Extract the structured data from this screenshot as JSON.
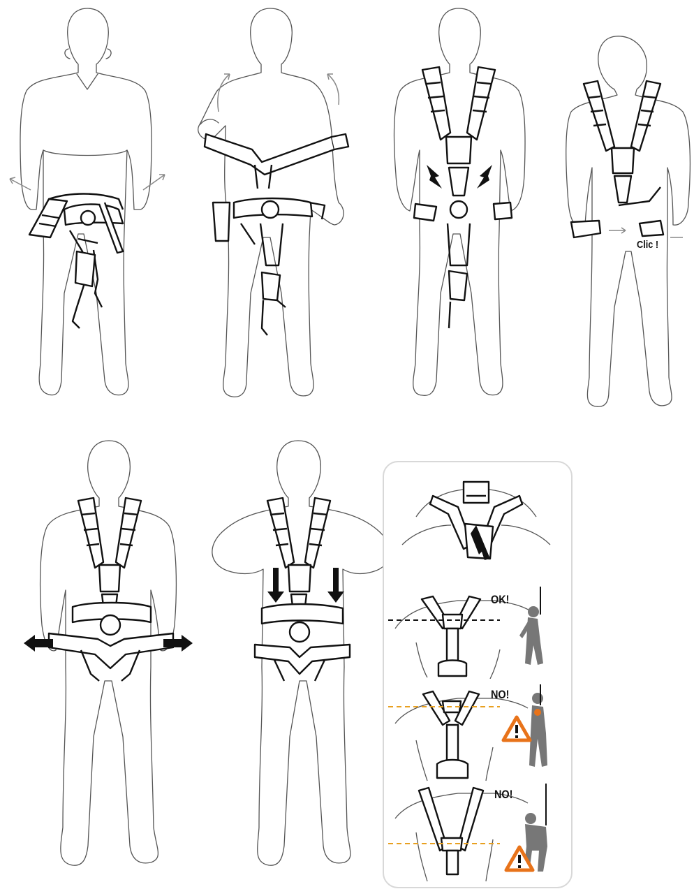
{
  "step4": {
    "click_label": "Clic !"
  },
  "checks": {
    "ok_label": "OK!",
    "no_label_1": "NO!",
    "no_label_2": "NO!",
    "warning_color": "#e8731a",
    "line_ok_color": "#111111",
    "line_bad_color": "#e8a020"
  },
  "icons": {
    "warning": "warning-triangle-icon",
    "arrow": "direction-arrow-icon"
  }
}
